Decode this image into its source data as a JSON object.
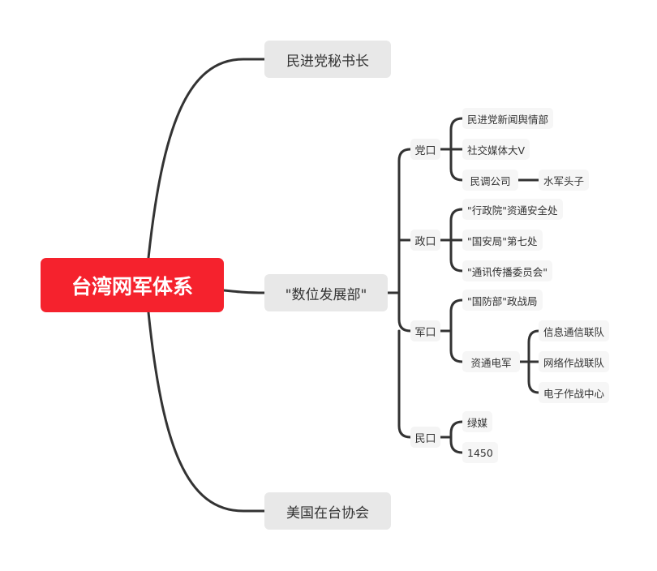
{
  "root": {
    "label": "台湾网军体系",
    "color": "#f5222d"
  },
  "branches": {
    "secretary": {
      "label": "民进党秘书长"
    },
    "digital": {
      "label": "\"数位发展部\""
    },
    "ait": {
      "label": "美国在台协会"
    }
  },
  "digital_children": {
    "party": {
      "label": "党口",
      "items": [
        "民进党新闻舆情部",
        "社交媒体大V",
        "民调公司"
      ],
      "sub_item": "水军头子"
    },
    "gov": {
      "label": "政口",
      "items": [
        "\"行政院\"资通安全处",
        "\"国安局\"第七处",
        "\"通讯传播委员会\""
      ]
    },
    "military": {
      "label": "军口",
      "items": [
        "\"国防部\"政战局",
        "资通电军"
      ],
      "sub_items": [
        "信息通信联队",
        "网络作战联队",
        "电子作战中心"
      ]
    },
    "civil": {
      "label": "民口",
      "items": [
        "绿媒",
        "1450"
      ]
    }
  },
  "line_color": "#333333"
}
